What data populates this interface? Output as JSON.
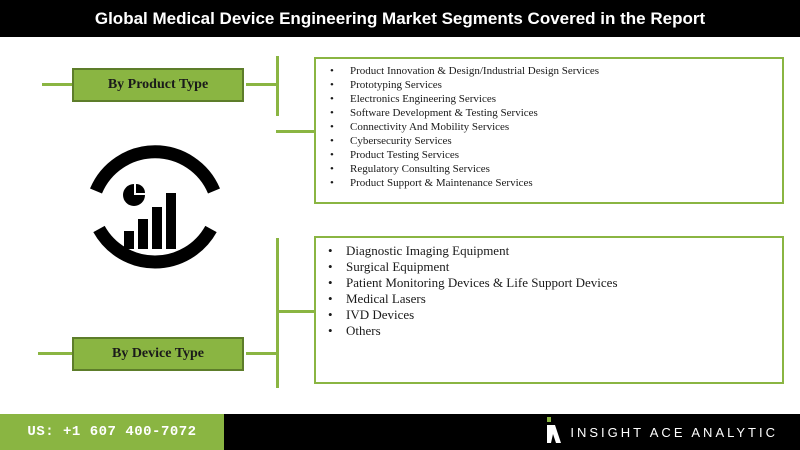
{
  "header": {
    "title": "Global Medical Device Engineering Market Segments Covered in the Report"
  },
  "segments": [
    {
      "label": "By Product Type",
      "items": [
        "Product Innovation & Design/Industrial Design Services",
        "Prototyping Services",
        "Electronics Engineering Services",
        "Software Development & Testing Services",
        "Connectivity And Mobility Services",
        "Cybersecurity Services",
        "Product Testing Services",
        "Regulatory Consulting Services",
        "Product Support & Maintenance Services"
      ]
    },
    {
      "label": "By Device Type",
      "items": [
        "Diagnostic Imaging Equipment",
        "Surgical Equipment",
        "Patient Monitoring Devices & Life Support Devices",
        "Medical Lasers",
        "IVD Devices",
        "Others"
      ]
    }
  ],
  "footer": {
    "phone": "US: +1 607 400-7072",
    "brand": "INSIGHT ACE ANALYTIC"
  },
  "icons": {
    "center": "analytics-chart-icon",
    "logo": "insight-ace-logo-icon"
  },
  "colors": {
    "accent": "#8ab542",
    "dark": "#000000"
  }
}
